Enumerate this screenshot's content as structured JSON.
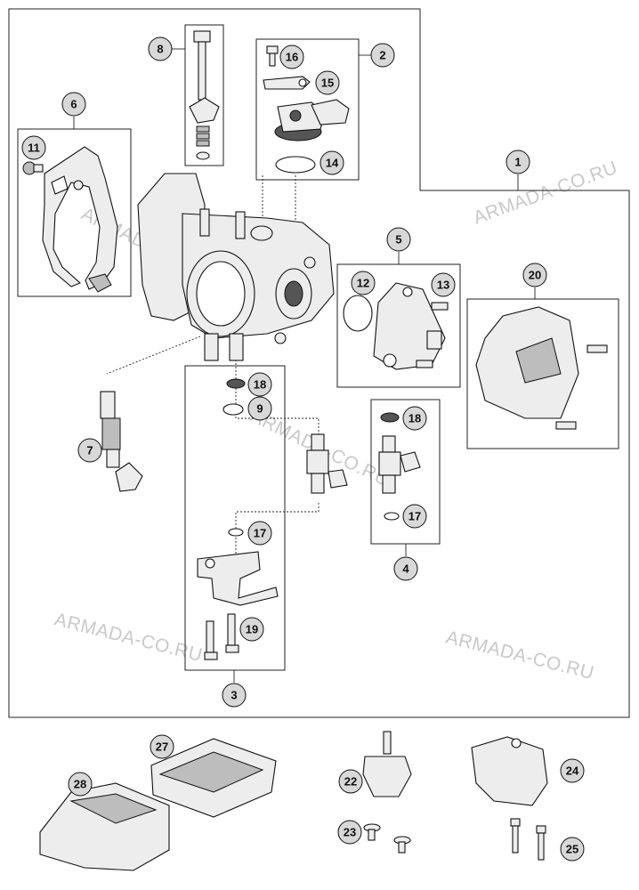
{
  "watermark": {
    "text": "ARMADA-CO.RU",
    "color": "#c9c9c9"
  },
  "callouts": [
    "1",
    "2",
    "3",
    "4",
    "5",
    "6",
    "7",
    "8",
    "9",
    "11",
    "12",
    "13",
    "14",
    "15",
    "16",
    "17",
    "17",
    "18",
    "18",
    "19",
    "20",
    "22",
    "23",
    "24",
    "25",
    "27",
    "28"
  ],
  "colors": {
    "line": "#222222",
    "callout_fill": "#d8d8d8",
    "part_fill": "#ededed"
  }
}
